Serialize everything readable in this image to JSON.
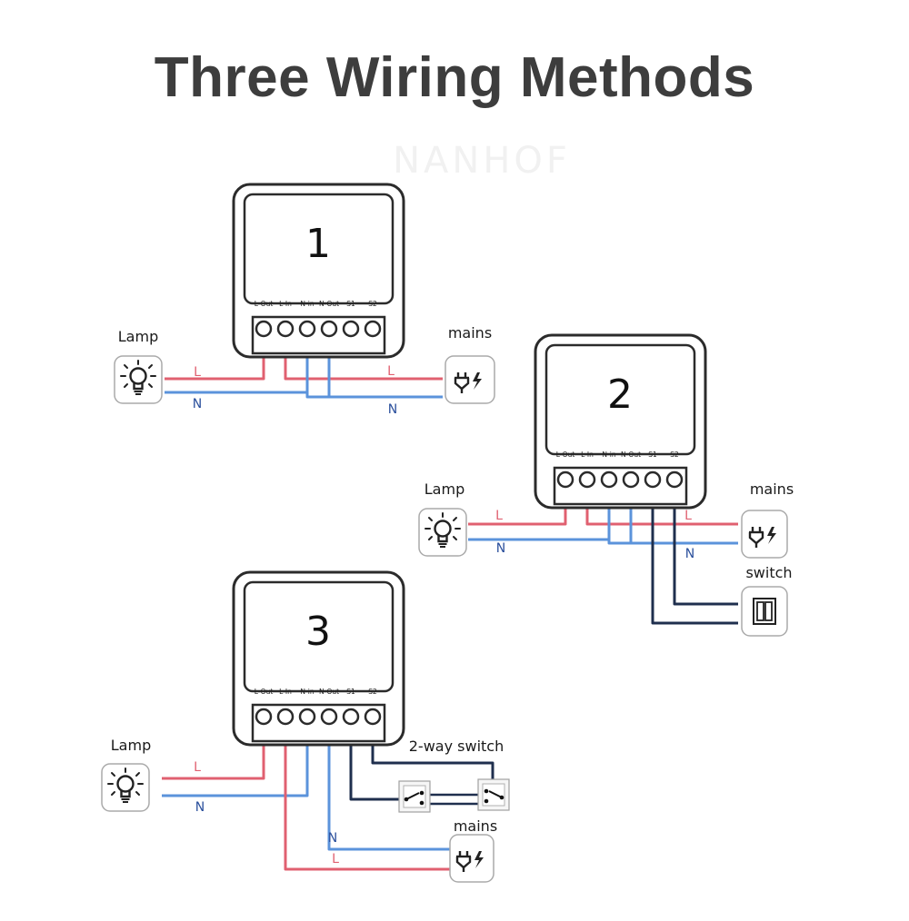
{
  "title": "Three Wiring Methods",
  "watermark": "NANHOF",
  "colors": {
    "live": "#e06070",
    "neutral": "#5b93db",
    "switch": "#1f2f4e",
    "outline": "#2b2b2b"
  },
  "terminal_labels": [
    "L-Out",
    "L-In",
    "N-in",
    "N-Out",
    "S1",
    "S2"
  ],
  "diagrams": [
    {
      "number": "1",
      "lamp_label": "Lamp",
      "mains_label": "mains",
      "live_label": "L",
      "neutral_label": "N"
    },
    {
      "number": "2",
      "lamp_label": "Lamp",
      "mains_label": "mains",
      "switch_label": "switch",
      "live_label": "L",
      "neutral_label": "N"
    },
    {
      "number": "3",
      "lamp_label": "Lamp",
      "mains_label": "mains",
      "switch_label": "2-way switch",
      "live_label": "L",
      "neutral_label": "N"
    }
  ],
  "icons": {
    "lamp": "lightbulb-icon",
    "mains": "plug-icon",
    "switch": "wall-switch-icon",
    "two_way": "two-way-switch-icon"
  }
}
